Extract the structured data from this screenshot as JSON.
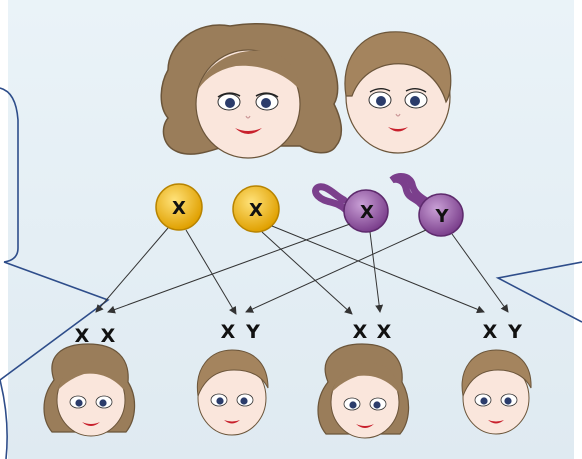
{
  "parents": {
    "mother": {
      "label": "mother-face"
    },
    "father": {
      "label": "father-face"
    }
  },
  "gametes": [
    {
      "chromosome": "X",
      "source": "mother",
      "kind": "egg",
      "color": "#f0b400"
    },
    {
      "chromosome": "X",
      "source": "mother",
      "kind": "egg",
      "color": "#f0b400"
    },
    {
      "chromosome": "X",
      "source": "father",
      "kind": "sperm",
      "color": "#8e4f9b"
    },
    {
      "chromosome": "Y",
      "source": "father",
      "kind": "sperm",
      "color": "#8e4f9b"
    }
  ],
  "offspring": [
    {
      "genotype": [
        "X",
        "X"
      ],
      "sex": "girl"
    },
    {
      "genotype": [
        "X",
        "Y"
      ],
      "sex": "boy"
    },
    {
      "genotype": [
        "X",
        "X"
      ],
      "sex": "girl"
    },
    {
      "genotype": [
        "X",
        "Y"
      ],
      "sex": "boy"
    }
  ],
  "colors": {
    "background": "#e8f1f7",
    "arrow": "#333333",
    "frame": "#2e4d8a",
    "hair_girl": "#9a7d5a",
    "hair_boy": "#a4845e",
    "skin": "#fae6dc"
  }
}
